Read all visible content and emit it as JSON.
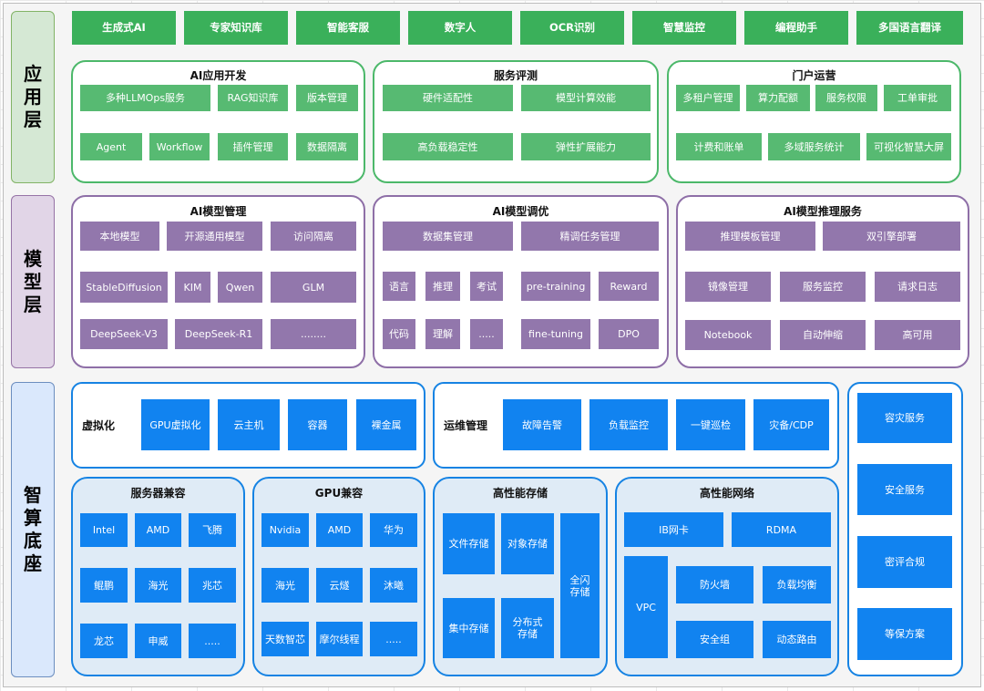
{
  "colors": {
    "application_green": "#57ba72",
    "application_title_green": "#3ab05a",
    "model_purple": "#9277ac",
    "infra_blue": "#1183f0",
    "side_green_bg": "#d5e8d4",
    "side_purple_bg": "#e1d5e7",
    "side_blue_bg": "#dae8fc"
  },
  "side_labels": {
    "app": [
      "应",
      "用",
      "层"
    ],
    "model": [
      "模",
      "型",
      "层"
    ],
    "infra": [
      "智",
      "算",
      "底",
      "座"
    ]
  },
  "app_top_row": [
    "生成式AI",
    "专家知识库",
    "智能客服",
    "数字人",
    "OCR识别",
    "智慧监控",
    "编程助手",
    "多国语言翻译"
  ],
  "ai_app_dev": {
    "title": "AI应用开发",
    "row1": [
      "多种LLMOps服务",
      "RAG知识库",
      "版本管理"
    ],
    "row2": [
      "Agent",
      "Workflow",
      "插件管理",
      "数据隔离"
    ]
  },
  "service_eval": {
    "title": "服务评测",
    "row1": [
      "硬件适配性",
      "模型计算效能"
    ],
    "row2": [
      "高负载稳定性",
      "弹性扩展能力"
    ]
  },
  "portal_ops": {
    "title": "门户运营",
    "row1": [
      "多租户管理",
      "算力配额",
      "服务权限",
      "工单审批"
    ],
    "row2": [
      "计费和账单",
      "多域服务统计",
      "可视化智慧大屏"
    ]
  },
  "model_mgmt": {
    "title": "AI模型管理",
    "row1": [
      "本地模型",
      "开源通用模型",
      "访问隔离"
    ],
    "row2": [
      "StableDiffusion",
      "KIM",
      "Qwen",
      "GLM"
    ],
    "row3": [
      "DeepSeek-V3",
      "DeepSeek-R1",
      "........"
    ]
  },
  "model_tuning": {
    "title": "AI模型调优",
    "row1": [
      "数据集管理",
      "精调任务管理"
    ],
    "row2": [
      "语言",
      "推理",
      "考试",
      "pre-training",
      "Reward"
    ],
    "row3": [
      "代码",
      "理解",
      ".....",
      "fine-tuning",
      "DPO"
    ]
  },
  "model_infer": {
    "title": "AI模型推理服务",
    "row1": [
      "推理模板管理",
      "双引擎部署"
    ],
    "row2": [
      "镜像管理",
      "服务监控",
      "请求日志"
    ],
    "row3": [
      "Notebook",
      "自动伸缩",
      "高可用"
    ]
  },
  "virtualization": {
    "label": "虚拟化",
    "items": [
      "GPU虚拟化",
      "云主机",
      "容器",
      "裸金属"
    ]
  },
  "ops_mgmt": {
    "label": "运维管理",
    "items": [
      "故障告警",
      "负载监控",
      "一键巡检",
      "灾备/CDP"
    ]
  },
  "security": {
    "items": [
      "容灾服务",
      "安全服务",
      "密评合规",
      "等保方案"
    ]
  },
  "server_compat": {
    "title": "服务器兼容",
    "row1": [
      "Intel",
      "AMD",
      "飞腾"
    ],
    "row2": [
      "鲲鹏",
      "海光",
      "兆芯"
    ],
    "row3": [
      "龙芯",
      "申威",
      "....."
    ]
  },
  "gpu_compat": {
    "title": "GPU兼容",
    "row1": [
      "Nvidia",
      "AMD",
      "华为"
    ],
    "row2": [
      "海光",
      "云燧",
      "沐曦"
    ],
    "row3": [
      "天数智芯",
      "摩尔线程",
      "....."
    ]
  },
  "hp_storage": {
    "title": "高性能存储",
    "file": "文件存储",
    "object": "对象存储",
    "allflash": "全闪\n存储",
    "central": "集中存储",
    "distributed": "分布式\n存储"
  },
  "hp_network": {
    "title": "高性能网络",
    "ib": "IB网卡",
    "rdma": "RDMA",
    "vpc": "VPC",
    "firewall": "防火墙",
    "lb": "负载均衡",
    "secgroup": "安全组",
    "dynroute": "动态路由"
  }
}
